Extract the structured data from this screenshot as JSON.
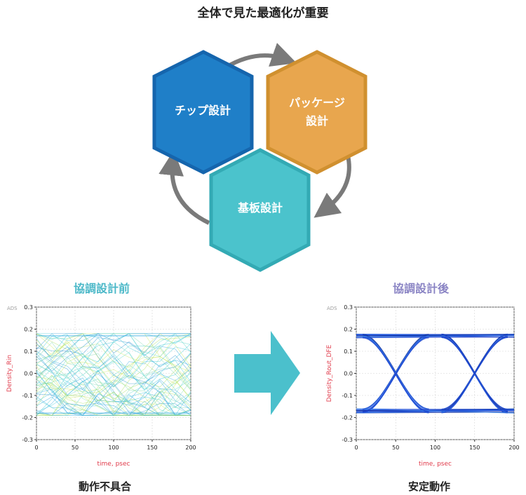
{
  "title": "全体で見た最適化が重要",
  "hexagons": {
    "chip": {
      "line1": "チップ設計",
      "color": "#1f7fc8",
      "border": "#1565ad"
    },
    "package": {
      "line1": "パッケージ",
      "line2": "設計",
      "color": "#e8a64e",
      "border": "#d0902f"
    },
    "board": {
      "line1": "基板設計",
      "color": "#4bc3cc",
      "border": "#33aab4"
    }
  },
  "cycle_arrow_color": "#7a7a7a",
  "big_arrow_color": "#4bc0cc",
  "section_before": {
    "label": "協調設計前",
    "caption": "動作不具合"
  },
  "section_after": {
    "label": "協調設計後",
    "caption": "安定動作"
  },
  "chart_data": [
    {
      "type": "eye-diagram",
      "title": "",
      "tag": "ADS",
      "xlabel": "time, psec",
      "ylabel": "Density_Rin",
      "xlim": [
        0,
        200
      ],
      "ylim": [
        -0.3,
        0.3
      ],
      "x_ticks": [
        "0",
        "50",
        "100",
        "150",
        "200"
      ],
      "y_ticks": [
        "0.3",
        "0.2",
        "0.1",
        "0.0",
        "-0.1",
        "-0.2",
        "-0.3"
      ],
      "grid": true,
      "levels": [
        0.17,
        -0.18
      ],
      "crossings_ps": [
        90,
        190
      ],
      "condition": "closed"
    },
    {
      "type": "eye-diagram",
      "title": "",
      "tag": "ADS",
      "xlabel": "time, psec",
      "ylabel": "Density_Rout_DFE",
      "xlim": [
        0,
        200
      ],
      "ylim": [
        -0.3,
        0.3
      ],
      "x_ticks": [
        "0",
        "50",
        "100",
        "150",
        "200"
      ],
      "y_ticks": [
        "0.3",
        "0.2",
        "0.1",
        "0.0",
        "-0.1",
        "-0.2",
        "-0.3"
      ],
      "grid": true,
      "levels": [
        0.17,
        -0.17
      ],
      "crossings_ps": [
        50,
        150
      ],
      "condition": "open"
    }
  ]
}
